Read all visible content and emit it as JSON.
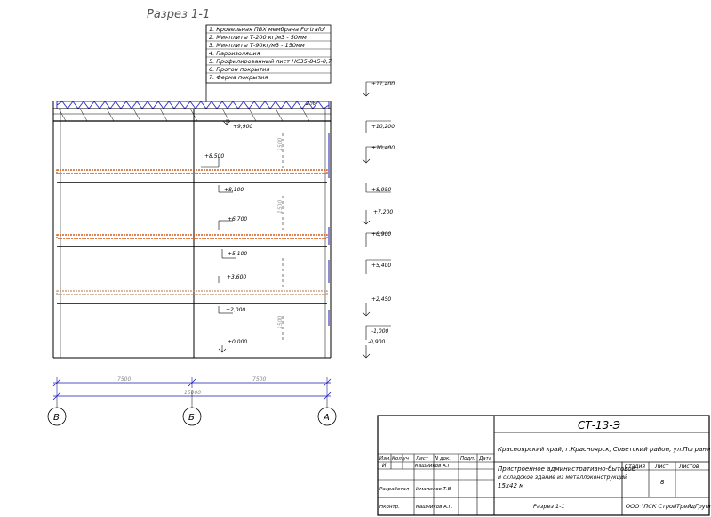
{
  "title": "Разрез 1-1",
  "layer_callout": [
    "1. Кровельная ПВХ мембрана Fortrafol",
    "2. Минплиты Т-200 кг/м3 - 50мм",
    "3. Минплиты Т-90кг/м3 - 150мм",
    "4. Пароизоляция",
    "5. Профилированный лист НС35-845-0,7",
    "6. Прогон покрытия",
    "7. Ферма покрытия"
  ],
  "slope_label": "2%",
  "elevations_right": [
    "+11,400",
    "+10,200",
    "+10,400",
    "+8,950",
    "+7,200",
    "+6,900",
    "+5,400",
    "+2,450",
    "-1,000",
    "-0,900"
  ],
  "elevations_inner": [
    "+9,900",
    "+8,500",
    "+8,100",
    "+6,700",
    "+5,100",
    "+3,600",
    "+2,000",
    "+0,000"
  ],
  "vertical_dims": [
    "1500",
    "1500",
    "1500"
  ],
  "dimension_spans": [
    "7500",
    "7500"
  ],
  "dimension_total": "15000",
  "axes": [
    "В",
    "Б",
    "А"
  ],
  "title_block": {
    "code": "СТ-13-Э",
    "address": "Красноярский край, г.Красноярск, Советский район, ул.Пограничников",
    "object_lines": [
      "Пристроенное административно-бытовое",
      "и складское здание из металлоконструкций",
      "15х42 м"
    ],
    "sheet_title": "Разрез 1-1",
    "col_headers": [
      "Изм.",
      "Кол.уч",
      "Лист",
      "N док.",
      "Подп.",
      "Дата"
    ],
    "rev_row": [
      "И",
      "",
      "",
      "Кашников А.Г.",
      "",
      ""
    ],
    "developed_label": "Разработал",
    "developed_name": "Ималилов Т.В",
    "checked_label": "Нконтр.",
    "checked_name": "Кашников А.Г.",
    "stage_headers": [
      "Стадия",
      "Лист",
      "Листов"
    ],
    "sheet_number": "8",
    "company": "ООО \"ПСК СтройТрейдГрупп\""
  },
  "colors": {
    "line": "#000000",
    "dim": "#1a1ab0",
    "roof_hatch": "#2a2ad0",
    "slab_orange": "#d85a1a",
    "slab_tan": "#c09070"
  }
}
